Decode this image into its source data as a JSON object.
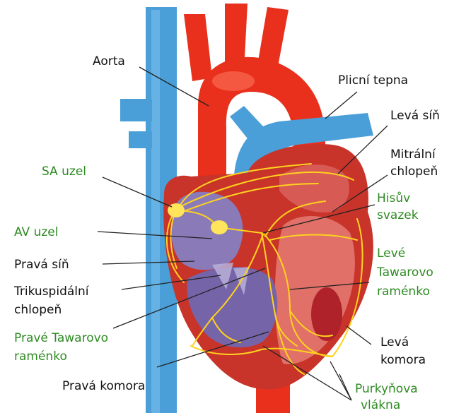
{
  "colors": {
    "label_black": "#111111",
    "label_green": "#2e8b22",
    "vein_blue": "#4a9fd8",
    "artery_red": "#e8301c",
    "conduction_yellow": "#ffd21f"
  },
  "labels": {
    "aorta": "Aorta",
    "pulmonary_artery": "Plicní tepna",
    "left_atrium": "Levá síň",
    "mitral_valve_1": "Mitrální",
    "mitral_valve_2": "chlopeň",
    "sa_node": "SA uzel",
    "bundle_his_1": "Hisův",
    "bundle_his_2": "svazek",
    "av_node": "AV uzel",
    "right_atrium": "Pravá síň",
    "left_bundle_1": "Levé",
    "left_bundle_2": "Tawarovo",
    "left_bundle_3": "raménko",
    "tricuspid_1": "Trikuspidální",
    "tricuspid_2": "chlopeň",
    "right_bundle_1": "Pravé Tawarovo",
    "right_bundle_2": "raménko",
    "left_ventricle_1": "Levá",
    "left_ventricle_2": "komora",
    "right_ventricle": "Pravá komora",
    "purkinje_1": "Purkyňova",
    "purkinje_2": "vlákna"
  }
}
